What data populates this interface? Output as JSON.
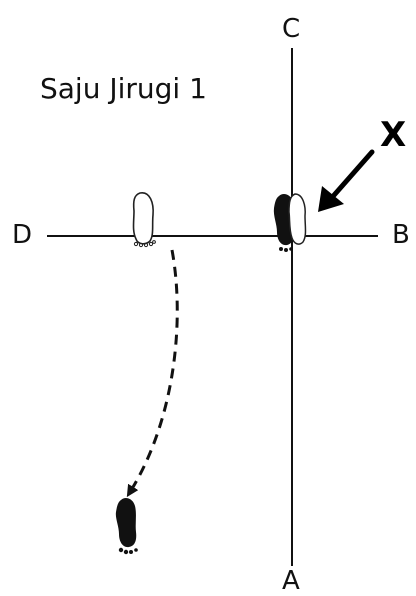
{
  "diagram": {
    "title": "Saju Jirugi 1",
    "directions": {
      "top": "C",
      "bottom": "A",
      "left": "D",
      "right": "B"
    },
    "marker": "X"
  },
  "colors": {
    "ink": "#111111",
    "background": "#ffffff"
  },
  "icons": [
    "footprint-outline-icon",
    "footprint-solid-icon",
    "arrow-icon"
  ]
}
